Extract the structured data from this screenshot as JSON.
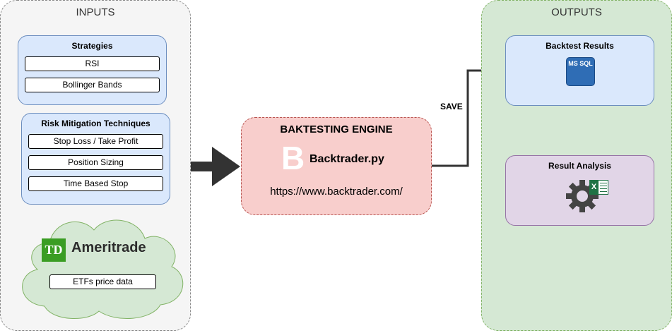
{
  "inputs": {
    "title": "INPUTS",
    "strategies": {
      "title": "Strategies",
      "items": [
        "RSI",
        "Bollinger Bands"
      ]
    },
    "risk": {
      "title": "Risk Mitigation Techniques",
      "items": [
        "Stop Loss / Take Profit",
        "Position Sizing",
        "Time Based Stop"
      ]
    },
    "source": {
      "logo_mark": "TD",
      "logo_text": "Ameritrade",
      "data_label": "ETFs price data"
    }
  },
  "engine": {
    "title": "BAKTESTING ENGINE",
    "logo_letter": "B",
    "name": "Backtrader.py",
    "url": "https://www.backtrader.com/"
  },
  "edge_label": "SAVE",
  "outputs": {
    "title": "OUTPUTS",
    "backtest": {
      "title": "Backtest Results",
      "db_label": "MS SQL"
    },
    "analysis": {
      "title": "Result Analysis",
      "excel_mark": "X"
    }
  },
  "colors": {
    "inputs_bg": "#f5f5f5",
    "outputs_bg": "#d5e8d4",
    "card_blue": "#dae8fc",
    "card_purple": "#e1d5e7",
    "engine_red": "#f8cecc",
    "cloud_green": "#d5e8d4",
    "td_green": "#3a9d23",
    "sql_blue": "#2f6db5",
    "excel_green": "#1f7244",
    "arrow": "#333333"
  },
  "icons": [
    "td-ameritrade-logo",
    "backtrader-logo",
    "ms-sql-database-icon",
    "gear-icon",
    "excel-icon"
  ]
}
